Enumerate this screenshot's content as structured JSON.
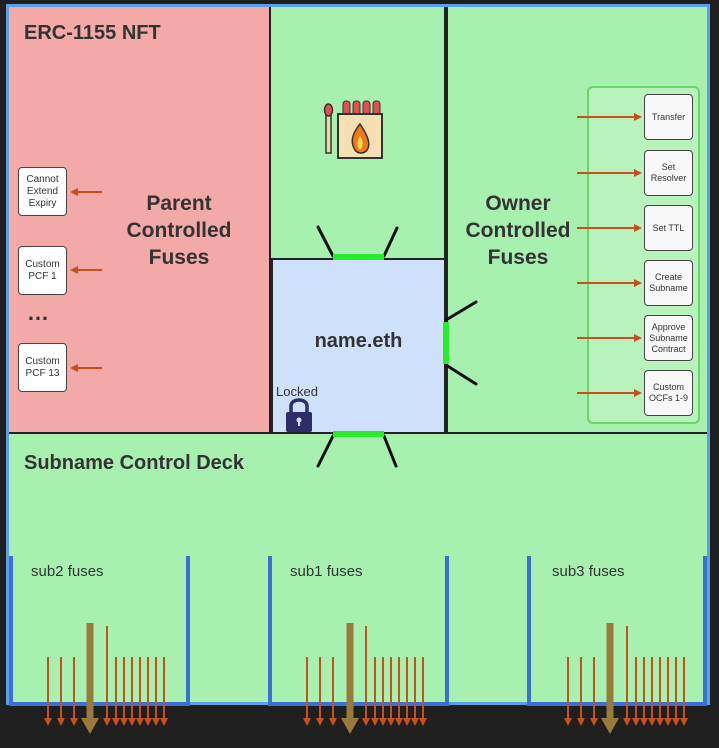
{
  "title": "ERC-1155 NFT",
  "parent": {
    "label": "Parent Controlled Fuses",
    "fuses": [
      "Cannot Extend Expiry",
      "Custom PCF 1",
      "…",
      "Custom PCF 13"
    ]
  },
  "owner": {
    "label": "Owner Controlled Fuses",
    "fuses": [
      "Transfer",
      "Set Resolver",
      "Set TTL",
      "Create Subname",
      "Approve Subname Contract",
      "Custom OCFs 1-9"
    ]
  },
  "center": {
    "name": "name.eth",
    "locked_label": "Locked"
  },
  "deck": {
    "title": "Subname Control Deck",
    "subs": [
      "sub2 fuses",
      "sub1 fuses",
      "sub3 fuses"
    ]
  },
  "icons": [
    "matchbox-icon",
    "matchstick-icon",
    "padlock-icon"
  ],
  "colors": {
    "parent_bg": "#f4a9a9",
    "green_bg": "#a8f0b0",
    "center_bg": "#cfe0fb",
    "arrow": "#c8501c",
    "big_arrow": "#9a7a3a",
    "glow": "#2bea2b",
    "sub_border": "#3a6fd6"
  }
}
